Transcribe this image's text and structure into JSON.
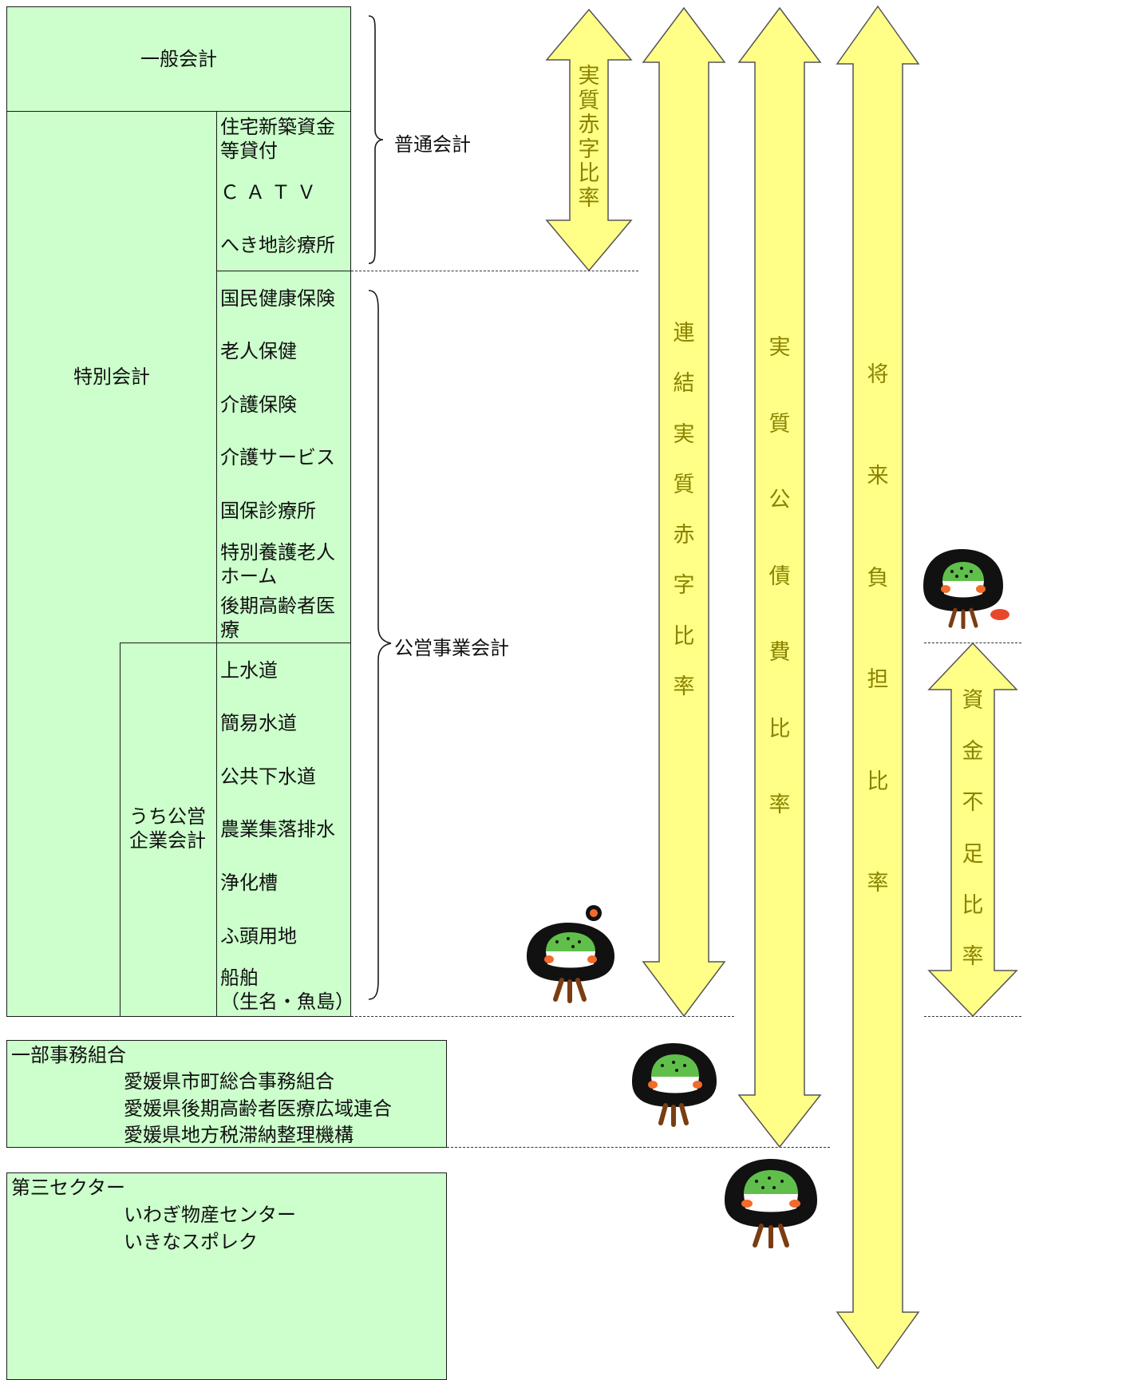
{
  "accounts": {
    "general": "一般会計",
    "special": "特別会計",
    "public_enterprise_group": [
      "うち公営",
      "企業会計"
    ],
    "ordinary_items": [
      [
        "住宅新築資金",
        "等貸付"
      ],
      [
        "ＣＡＴＶ"
      ],
      [
        "へき地診療所"
      ]
    ],
    "public_items": [
      [
        "国民健康保険"
      ],
      [
        "老人保健"
      ],
      [
        "介護保険"
      ],
      [
        "介護サービス"
      ],
      [
        "国保診療所"
      ],
      [
        "特別養護老人",
        "ホーム"
      ],
      [
        "後期高齢者医",
        "療"
      ]
    ],
    "enterprise_items": [
      [
        "上水道"
      ],
      [
        "簡易水道"
      ],
      [
        "公共下水道"
      ],
      [
        "農業集落排水"
      ],
      [
        "浄化槽"
      ],
      [
        "ふ頭用地"
      ],
      [
        "船舶",
        "（生名・魚島）"
      ]
    ]
  },
  "braces": {
    "ordinary": "普通会計",
    "public": "公営事業会計"
  },
  "partial_association": {
    "title": "一部事務組合",
    "items": [
      "愛媛県市町総合事務組合",
      "愛媛県後期高齢者医療広域連合",
      "愛媛県地方税滞納整理機構"
    ]
  },
  "third_sector": {
    "title": "第三セクター",
    "items": [
      "いわぎ物産センター",
      "いきなスポレク"
    ]
  },
  "ratios": {
    "real_deficit": [
      "実",
      "質",
      "赤",
      "字",
      "比",
      "率"
    ],
    "consolidated_real_deficit": [
      "連",
      "結",
      "実",
      "質",
      "赤",
      "字",
      "比",
      "率"
    ],
    "real_debt_service": [
      "実",
      "質",
      "公",
      "債",
      "費",
      "比",
      "率"
    ],
    "future_burden": [
      "将",
      "来",
      "負",
      "担",
      "比",
      "率"
    ],
    "fund_shortage": [
      "資",
      "金",
      "不",
      "足",
      "比",
      "率"
    ]
  },
  "colors": {
    "box_fill": "#ccffcc",
    "arrow_fill": "#ffff88",
    "arrow_text": "#8a8300",
    "mascot_body": "#111111",
    "mascot_cap": "#5fbf4a",
    "mascot_cheek": "#f26b2a",
    "mascot_legs": "#7a3d12"
  }
}
